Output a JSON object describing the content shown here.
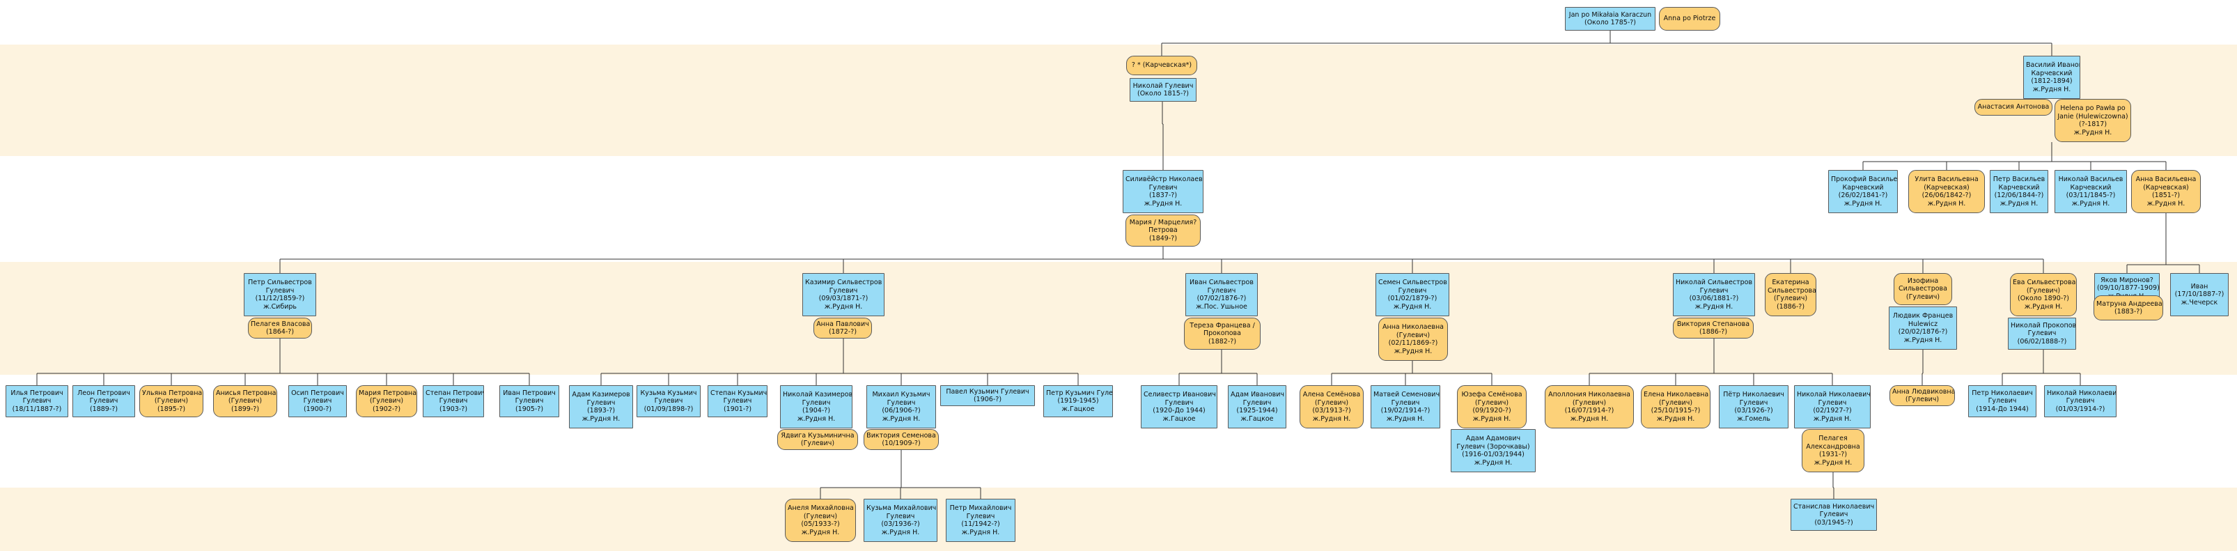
{
  "colors": {
    "male": "#99dcf6",
    "female": "#fcd179",
    "band": "#fdf3df",
    "line": "#333333"
  },
  "persons": [
    {
      "id": "jan",
      "sex": "m",
      "lines": [
        "Jan po Mikałaia Karaczun",
        "(Около 1785-?)"
      ]
    },
    {
      "id": "anna_p",
      "sex": "f",
      "lines": [
        "Anna po Piotrze"
      ]
    },
    {
      "id": "kar",
      "sex": "f",
      "lines": [
        "? * (Карчевская*)"
      ]
    },
    {
      "id": "nikolai_g",
      "sex": "m",
      "lines": [
        "Николай Гулевич",
        "(Около 1815-?)"
      ]
    },
    {
      "id": "vasilii",
      "sex": "m",
      "lines": [
        "Василий Иванов",
        "Карчевский",
        "(1812-1894)",
        "ж.Рудня Н."
      ]
    },
    {
      "id": "anastasia",
      "sex": "f",
      "lines": [
        "Анастасия Антонова"
      ]
    },
    {
      "id": "helena",
      "sex": "f",
      "lines": [
        "Helena po Pawła po",
        "Janie (Hulewiczowna)",
        "(?-1817)",
        "ж.Рудня Н."
      ]
    },
    {
      "id": "silv",
      "sex": "m",
      "lines": [
        "Силивёйстр Николаев",
        "Гулевич",
        "(1837-?)",
        "ж.Рудня Н."
      ]
    },
    {
      "id": "maria",
      "sex": "f",
      "lines": [
        "Мария / Марцелия?",
        "Петрова",
        "(1849-?)"
      ]
    },
    {
      "id": "prokofii",
      "sex": "m",
      "lines": [
        "Прокофий Васильев",
        "Карчевский",
        "(26/02/1841-?)",
        "ж.Рудня Н."
      ]
    },
    {
      "id": "ulita",
      "sex": "f",
      "lines": [
        "Улита Васильевна",
        "(Карчевская)",
        "(26/06/1842-?)",
        "ж.Рудня Н."
      ]
    },
    {
      "id": "petr_v",
      "sex": "m",
      "lines": [
        "Петр Васильев",
        "Карчевский",
        "(12/06/1844-?)",
        "ж.Рудня Н."
      ]
    },
    {
      "id": "nikolai_v",
      "sex": "m",
      "lines": [
        "Николай Васильев",
        "Карчевский",
        "(03/11/1845-?)",
        "ж.Рудня Н."
      ]
    },
    {
      "id": "anna_v",
      "sex": "f",
      "lines": [
        "Анна Васильевна",
        "(Карчевская)",
        "(1851-?)",
        "ж.Рудня Н."
      ]
    },
    {
      "id": "petr_s",
      "sex": "m",
      "lines": [
        "Петр Сильвестров",
        "Гулевич",
        "(11/12/1859-?)",
        "ж.Сибирь"
      ]
    },
    {
      "id": "pelageia_v",
      "sex": "f",
      "lines": [
        "Пелагея Власова",
        "(1864-?)"
      ]
    },
    {
      "id": "kazimir",
      "sex": "m",
      "lines": [
        "Казимир Сильвестров",
        "Гулевич",
        "(09/03/1871-?)",
        "ж.Рудня Н."
      ]
    },
    {
      "id": "anna_pav",
      "sex": "f",
      "lines": [
        "Анна Павлович",
        "(1872-?)"
      ]
    },
    {
      "id": "ivan_s",
      "sex": "m",
      "lines": [
        "Иван Сильвестров",
        "Гулевич",
        "(07/02/1876-?)",
        "ж.Пос. Ушьное"
      ]
    },
    {
      "id": "tereza",
      "sex": "f",
      "lines": [
        "Тереза Францева /",
        "Прокопова",
        "(1882-?)"
      ]
    },
    {
      "id": "semen",
      "sex": "m",
      "lines": [
        "Семен Сильвестров",
        "Гулевич",
        "(01/02/1879-?)",
        "ж.Рудня Н."
      ]
    },
    {
      "id": "anna_nik",
      "sex": "f",
      "lines": [
        "Анна Николаевна",
        "(Гулевич)",
        "(02/11/1869-?)",
        "ж.Рудня Н."
      ]
    },
    {
      "id": "nikolai_s",
      "sex": "m",
      "lines": [
        "Николай Сильвестров",
        "Гулевич",
        "(03/06/1881-?)",
        "ж.Рудня Н."
      ]
    },
    {
      "id": "viktoria_st",
      "sex": "f",
      "lines": [
        "Виктория Степанова",
        "(1886-?)"
      ]
    },
    {
      "id": "ekaterina",
      "sex": "f",
      "lines": [
        "Екатерина",
        "Сильвестрова",
        "(Гулевич)",
        "(1886-?)"
      ]
    },
    {
      "id": "izofina",
      "sex": "f",
      "lines": [
        "Изофина",
        "Сильвестрова",
        "(Гулевич)"
      ]
    },
    {
      "id": "lyudvik",
      "sex": "m",
      "lines": [
        "Людвик Францев",
        "Hulewicz",
        "(20/02/1876-?)",
        "ж.Рудня Н."
      ]
    },
    {
      "id": "eva",
      "sex": "f",
      "lines": [
        "Ева Сильвестрова",
        "(Гулевич)",
        "(Около 1890-?)",
        "ж.Рудня Н."
      ]
    },
    {
      "id": "nikolai_pr",
      "sex": "m",
      "lines": [
        "Николай Прокопов",
        "Гулевич",
        "(06/02/1888-?)"
      ]
    },
    {
      "id": "yakov",
      "sex": "m",
      "lines": [
        "Яков Миронов?",
        "(09/10/1877-1909)",
        "ж.Рудня Н."
      ]
    },
    {
      "id": "matruna",
      "sex": "f",
      "lines": [
        "Матруна Андреева",
        "(1883-?)"
      ]
    },
    {
      "id": "ivan_ch",
      "sex": "m",
      "lines": [
        "Иван",
        "(17/10/1887-?)",
        "ж.Чечерск"
      ]
    },
    {
      "id": "ilya",
      "sex": "m",
      "lines": [
        "Илья Петрович",
        "Гулевич",
        "(18/11/1887-?)"
      ]
    },
    {
      "id": "leon",
      "sex": "m",
      "lines": [
        "Леон Петрович",
        "Гулевич",
        "(1889-?)"
      ]
    },
    {
      "id": "ulyana",
      "sex": "f",
      "lines": [
        "Ульяна Петровна",
        "(Гулевич)",
        "(1895-?)"
      ]
    },
    {
      "id": "anisia",
      "sex": "f",
      "lines": [
        "Анисья Петровна",
        "(Гулевич)",
        "(1899-?)"
      ]
    },
    {
      "id": "osip",
      "sex": "m",
      "lines": [
        "Осип Петрович",
        "Гулевич",
        "(1900-?)"
      ]
    },
    {
      "id": "maria_p",
      "sex": "f",
      "lines": [
        "Мария Петровна",
        "(Гулевич)",
        "(1902-?)"
      ]
    },
    {
      "id": "stepan_p",
      "sex": "m",
      "lines": [
        "Степан Петрович",
        "Гулевич",
        "(1903-?)"
      ]
    },
    {
      "id": "ivan_p",
      "sex": "m",
      "lines": [
        "Иван Петрович",
        "Гулевич",
        "(1905-?)"
      ]
    },
    {
      "id": "adam_k",
      "sex": "m",
      "lines": [
        "Адам Казимеров",
        "Гулевич",
        "(1893-?)",
        "ж.Рудня Н."
      ]
    },
    {
      "id": "kuzma_k",
      "sex": "m",
      "lines": [
        "Кузьма Кузьмич",
        "Гулевич",
        "(01/09/1898-?)"
      ]
    },
    {
      "id": "stepan_k",
      "sex": "m",
      "lines": [
        "Степан Кузьмич",
        "Гулевич",
        "(1901-?)"
      ]
    },
    {
      "id": "nikolai_k",
      "sex": "m",
      "lines": [
        "Николай Казимеров",
        "Гулевич",
        "(1904-?)",
        "ж.Рудня Н."
      ]
    },
    {
      "id": "yadviga",
      "sex": "f",
      "lines": [
        "Ядвига Кузьминична",
        "(Гулевич)"
      ]
    },
    {
      "id": "mikhail_k",
      "sex": "m",
      "lines": [
        "Михаил Кузьмич",
        "Гулевич",
        "(06/1906-?)",
        "ж.Рудня Н."
      ]
    },
    {
      "id": "viktoria_s",
      "sex": "f",
      "lines": [
        "Виктория Семенова",
        "(10/1909-?)"
      ]
    },
    {
      "id": "pavel",
      "sex": "m",
      "lines": [
        "Павел Кузьмич Гулевич",
        "(1906-?)"
      ]
    },
    {
      "id": "petr_k",
      "sex": "m",
      "lines": [
        "Петр Кузьмич Гулевич",
        "(1919-1945)",
        "ж.Гацкое"
      ]
    },
    {
      "id": "silv_i",
      "sex": "m",
      "lines": [
        "Селивестр Иванович",
        "Гулевич",
        "(1920-До 1944)",
        "ж.Гацкое"
      ]
    },
    {
      "id": "adam_i",
      "sex": "m",
      "lines": [
        "Адам Иванович",
        "Гулевич",
        "(1925-1944)",
        "ж.Гацкое"
      ]
    },
    {
      "id": "alena",
      "sex": "f",
      "lines": [
        "Алена Семёнова",
        "(Гулевич)",
        "(03/1913-?)",
        "ж.Рудня Н."
      ]
    },
    {
      "id": "matvei",
      "sex": "m",
      "lines": [
        "Матвей Семенович",
        "Гулевич",
        "(19/02/1914-?)",
        "ж.Рудня Н."
      ]
    },
    {
      "id": "yuzefa",
      "sex": "f",
      "lines": [
        "Юзефа Семёнова",
        "(Гулевич)",
        "(09/1920-?)",
        "ж.Рудня Н."
      ]
    },
    {
      "id": "adam_a",
      "sex": "m",
      "lines": [
        "Адам Адамович",
        "Гулевич (Зорочкавы)",
        "(1916-01/03/1944)",
        "ж.Рудня Н."
      ]
    },
    {
      "id": "apollonia",
      "sex": "f",
      "lines": [
        "Аполлония Николаевна",
        "(Гулевич)",
        "(16/07/1914-?)",
        "ж.Рудня Н."
      ]
    },
    {
      "id": "elena",
      "sex": "f",
      "lines": [
        "Елена Николаевна",
        "(Гулевич)",
        "(25/10/1915-?)",
        "ж.Рудня Н."
      ]
    },
    {
      "id": "petr_n",
      "sex": "m",
      "lines": [
        "Пётр Николаевич",
        "Гулевич",
        "(03/1926-?)",
        "ж.Гомель"
      ]
    },
    {
      "id": "nikolai_n",
      "sex": "m",
      "lines": [
        "Николай Николаевич",
        "Гулевич",
        "(02/1927-?)",
        "ж.Рудня Н."
      ]
    },
    {
      "id": "pelageia_a",
      "sex": "f",
      "lines": [
        "Пелагея",
        "Александровна",
        "(1931-?)",
        "ж.Рудня Н."
      ]
    },
    {
      "id": "anna_l",
      "sex": "f",
      "lines": [
        "Анна Людвиковна",
        "(Гулевич)"
      ]
    },
    {
      "id": "petr_np",
      "sex": "m",
      "lines": [
        "Петр Николаевич",
        "Гулевич",
        "(1914-До 1944)"
      ]
    },
    {
      "id": "nikolai_np",
      "sex": "m",
      "lines": [
        "Николай Николаевич",
        "Гулевич",
        "(01/03/1914-?)"
      ]
    },
    {
      "id": "anelia",
      "sex": "f",
      "lines": [
        "Анеля Михайловна",
        "(Гулевич)",
        "(05/1933-?)",
        "ж.Рудня Н."
      ]
    },
    {
      "id": "kuzma_m",
      "sex": "m",
      "lines": [
        "Кузьма Михайлович",
        "Гулевич",
        "(03/1936-?)",
        "ж.Рудня Н."
      ]
    },
    {
      "id": "petr_m",
      "sex": "m",
      "lines": [
        "Петр Михайлович",
        "Гулевич",
        "(11/1942-?)",
        "ж.Рудня Н."
      ]
    },
    {
      "id": "stanislav",
      "sex": "m",
      "lines": [
        "Станислав Николаевич",
        "Гулевич",
        "(03/1945-?)"
      ]
    }
  ]
}
